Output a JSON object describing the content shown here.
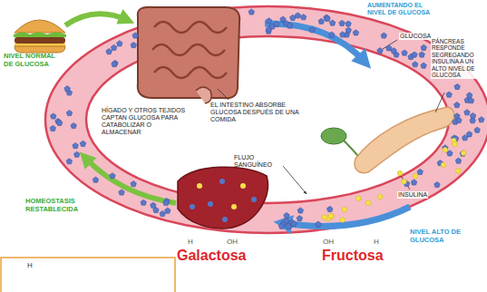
{
  "diagram": {
    "labels": [
      "AUMENTANDO EL NIVEL DE GLUCOSA",
      "GLUCOSA",
      "PÁNCREAS RESPONDE SEGREGANDO INSULINA A UN ALTO NIVEL DE GLUCOSA",
      "NIVEL NORMAL DE GLUCOSA",
      "EL INTESTINO ABSORBE GLUCOSA DESPUÉS DE UNA COMIDA",
      "HÍGADO Y OTROS TEJIDOS CAPTAN GLUCOSA PARA CATABOLIZAR O ALMACENAR",
      "FLUJO SANGUÍNEO",
      "INSULINA",
      "NIVEL ALTO DE GLUCOSA",
      "HOMEOSTASIS RESTABLECIDA",
      "H",
      "H",
      "OH",
      "Galactosa",
      "OH",
      "H",
      "Fructosa"
    ]
  }
}
